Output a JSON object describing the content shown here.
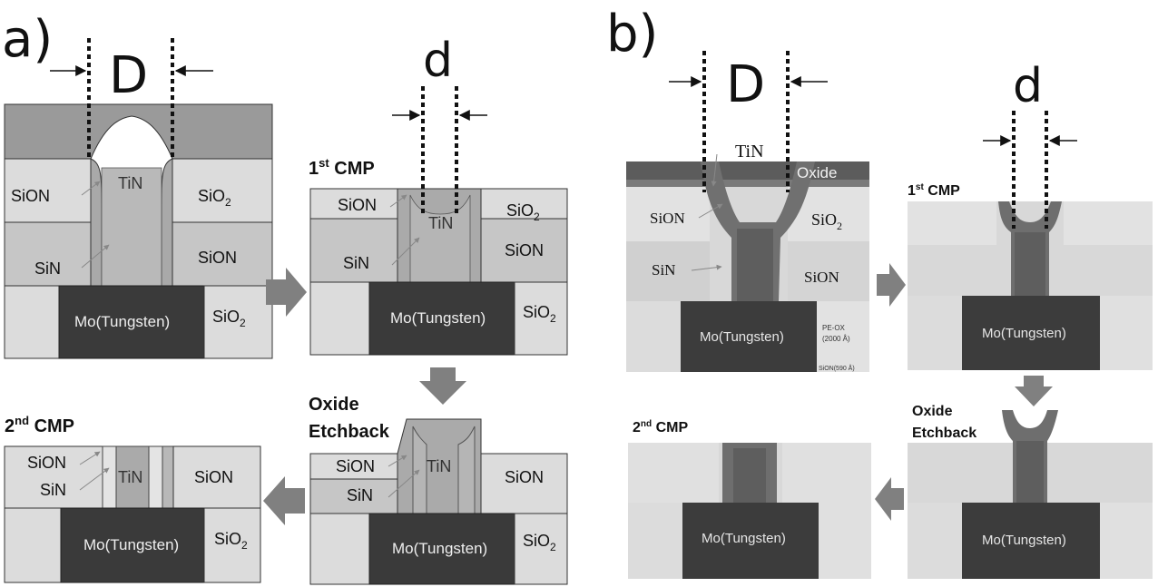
{
  "panel_a": {
    "tag": "a)",
    "D": "D",
    "d": "d",
    "step1": {
      "prefix": "1",
      "sup": "st",
      "suffix": " CMP"
    },
    "step2": {
      "prefix": "2",
      "sup": "nd",
      "suffix": " CMP"
    },
    "oxide_etch_1": "Oxide",
    "oxide_etch_2": "Etchback",
    "sion": "SiON",
    "sin": "SiN",
    "tin": "TiN",
    "sio2_main": "SiO",
    "sio2_sub": "2",
    "mo": "Mo(Tungsten)"
  },
  "panel_b": {
    "tag": "b)",
    "D": "D",
    "d": "d",
    "tin": "TiN",
    "oxide": "Oxide",
    "sion": "SiON",
    "sin": "SiN",
    "sio2_main": "SiO",
    "sio2_sub": "2",
    "sion_right": "SiON",
    "mo": "Mo(Tungsten)",
    "peox_1": "PE-OX",
    "peox_2": "(2000 Å)",
    "sion_small": "SiON(590 Å)",
    "step1": {
      "prefix": "1",
      "sup": "st",
      "suffix": " CMP"
    },
    "step2": {
      "prefix": "2",
      "sup": "nd",
      "suffix": " CMP"
    },
    "oxide_etch_1": "Oxide",
    "oxide_etch_2": "Etchback"
  }
}
